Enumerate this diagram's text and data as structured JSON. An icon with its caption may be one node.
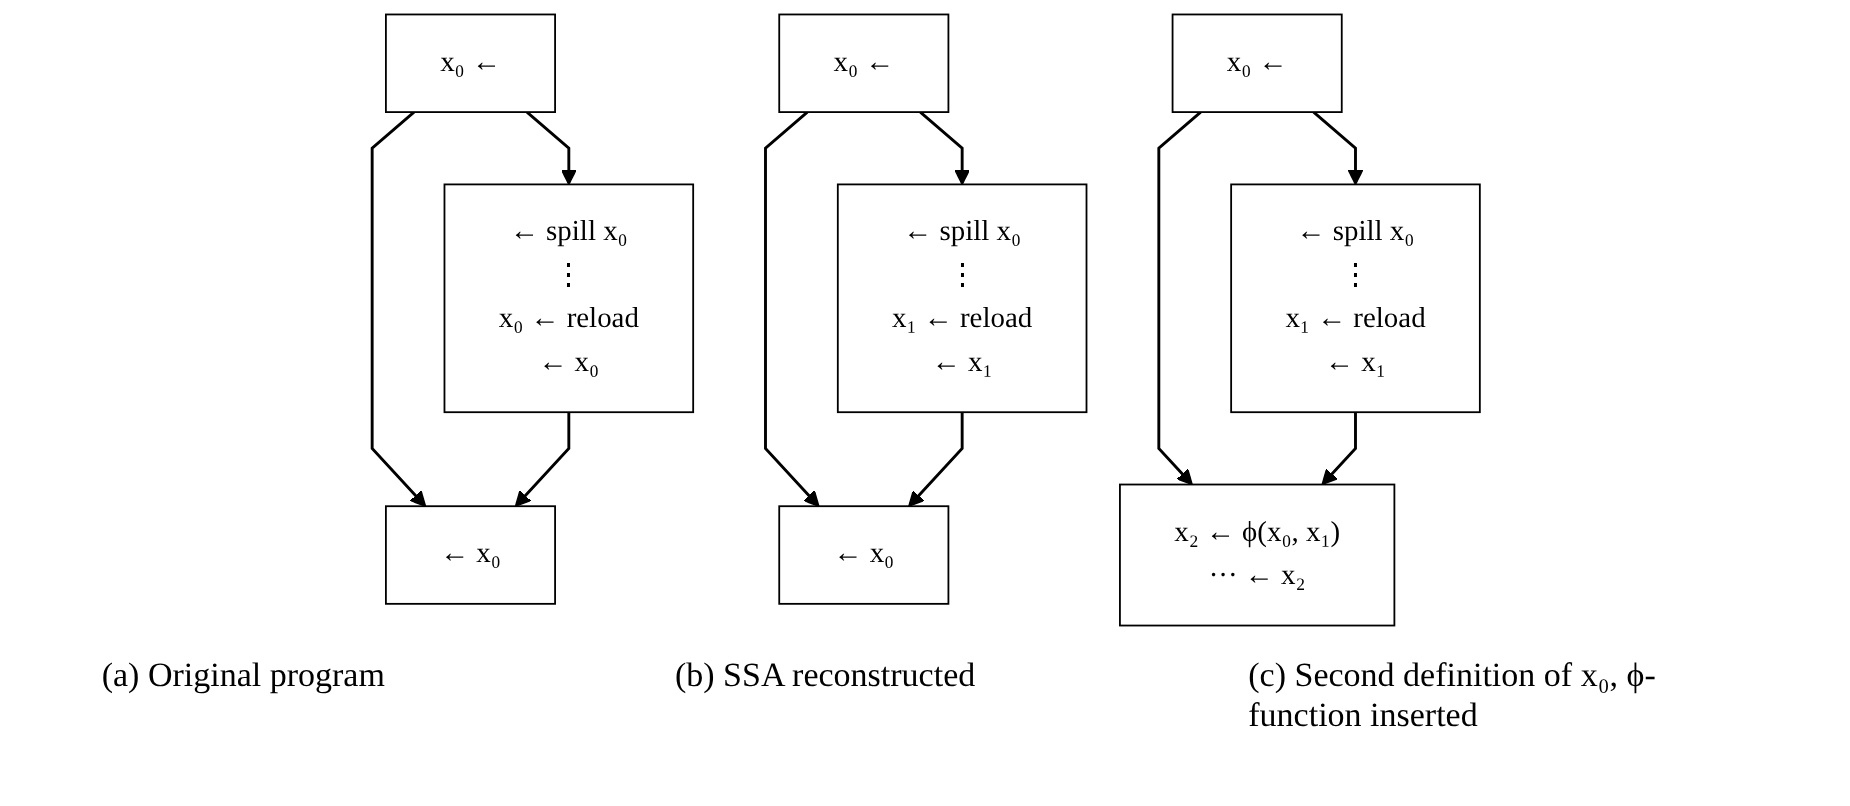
{
  "diagram": {
    "nodes": [
      {
        "text": [
          "x₀ ←"
        ]
      },
      {
        "text": [
          "← spill x₀",
          "⋮",
          "x₀ ← reload",
          "← x₀"
        ]
      },
      {
        "text": [
          "← x₀"
        ]
      },
      {
        "text": [
          "x₀ ←"
        ]
      },
      {
        "text": [
          "← spill x₀",
          "⋮",
          "x₁ ← reload",
          "← x₁"
        ]
      },
      {
        "text": [
          "← x₀"
        ]
      },
      {
        "text": [
          "x₀ ←"
        ]
      },
      {
        "text": [
          "← spill x₀",
          "⋮",
          "x₁ ← reload",
          "← x₁"
        ]
      },
      {
        "text": [
          "x₂ ← ϕ(x₀, x₁)",
          "··· ← x₂"
        ]
      }
    ],
    "edges": [
      {
        "from": 0,
        "to": 1,
        "arrow": "to"
      },
      {
        "from": 0,
        "to": 2,
        "arrow": "to"
      },
      {
        "from": 1,
        "to": 2,
        "arrow": "to"
      },
      {
        "from": 3,
        "to": 4,
        "arrow": "to"
      },
      {
        "from": 3,
        "to": 5,
        "arrow": "to"
      },
      {
        "from": 4,
        "to": 5,
        "arrow": "to"
      },
      {
        "from": 6,
        "to": 7,
        "arrow": "to"
      },
      {
        "from": 6,
        "to": 8,
        "arrow": "to"
      },
      {
        "from": 7,
        "to": 8,
        "arrow": "to"
      }
    ],
    "labels": [
      "(a) Original program",
      "(b) SSA reconstructed",
      "(c) Second definition of x₀, ϕ-function inserted"
    ]
  }
}
